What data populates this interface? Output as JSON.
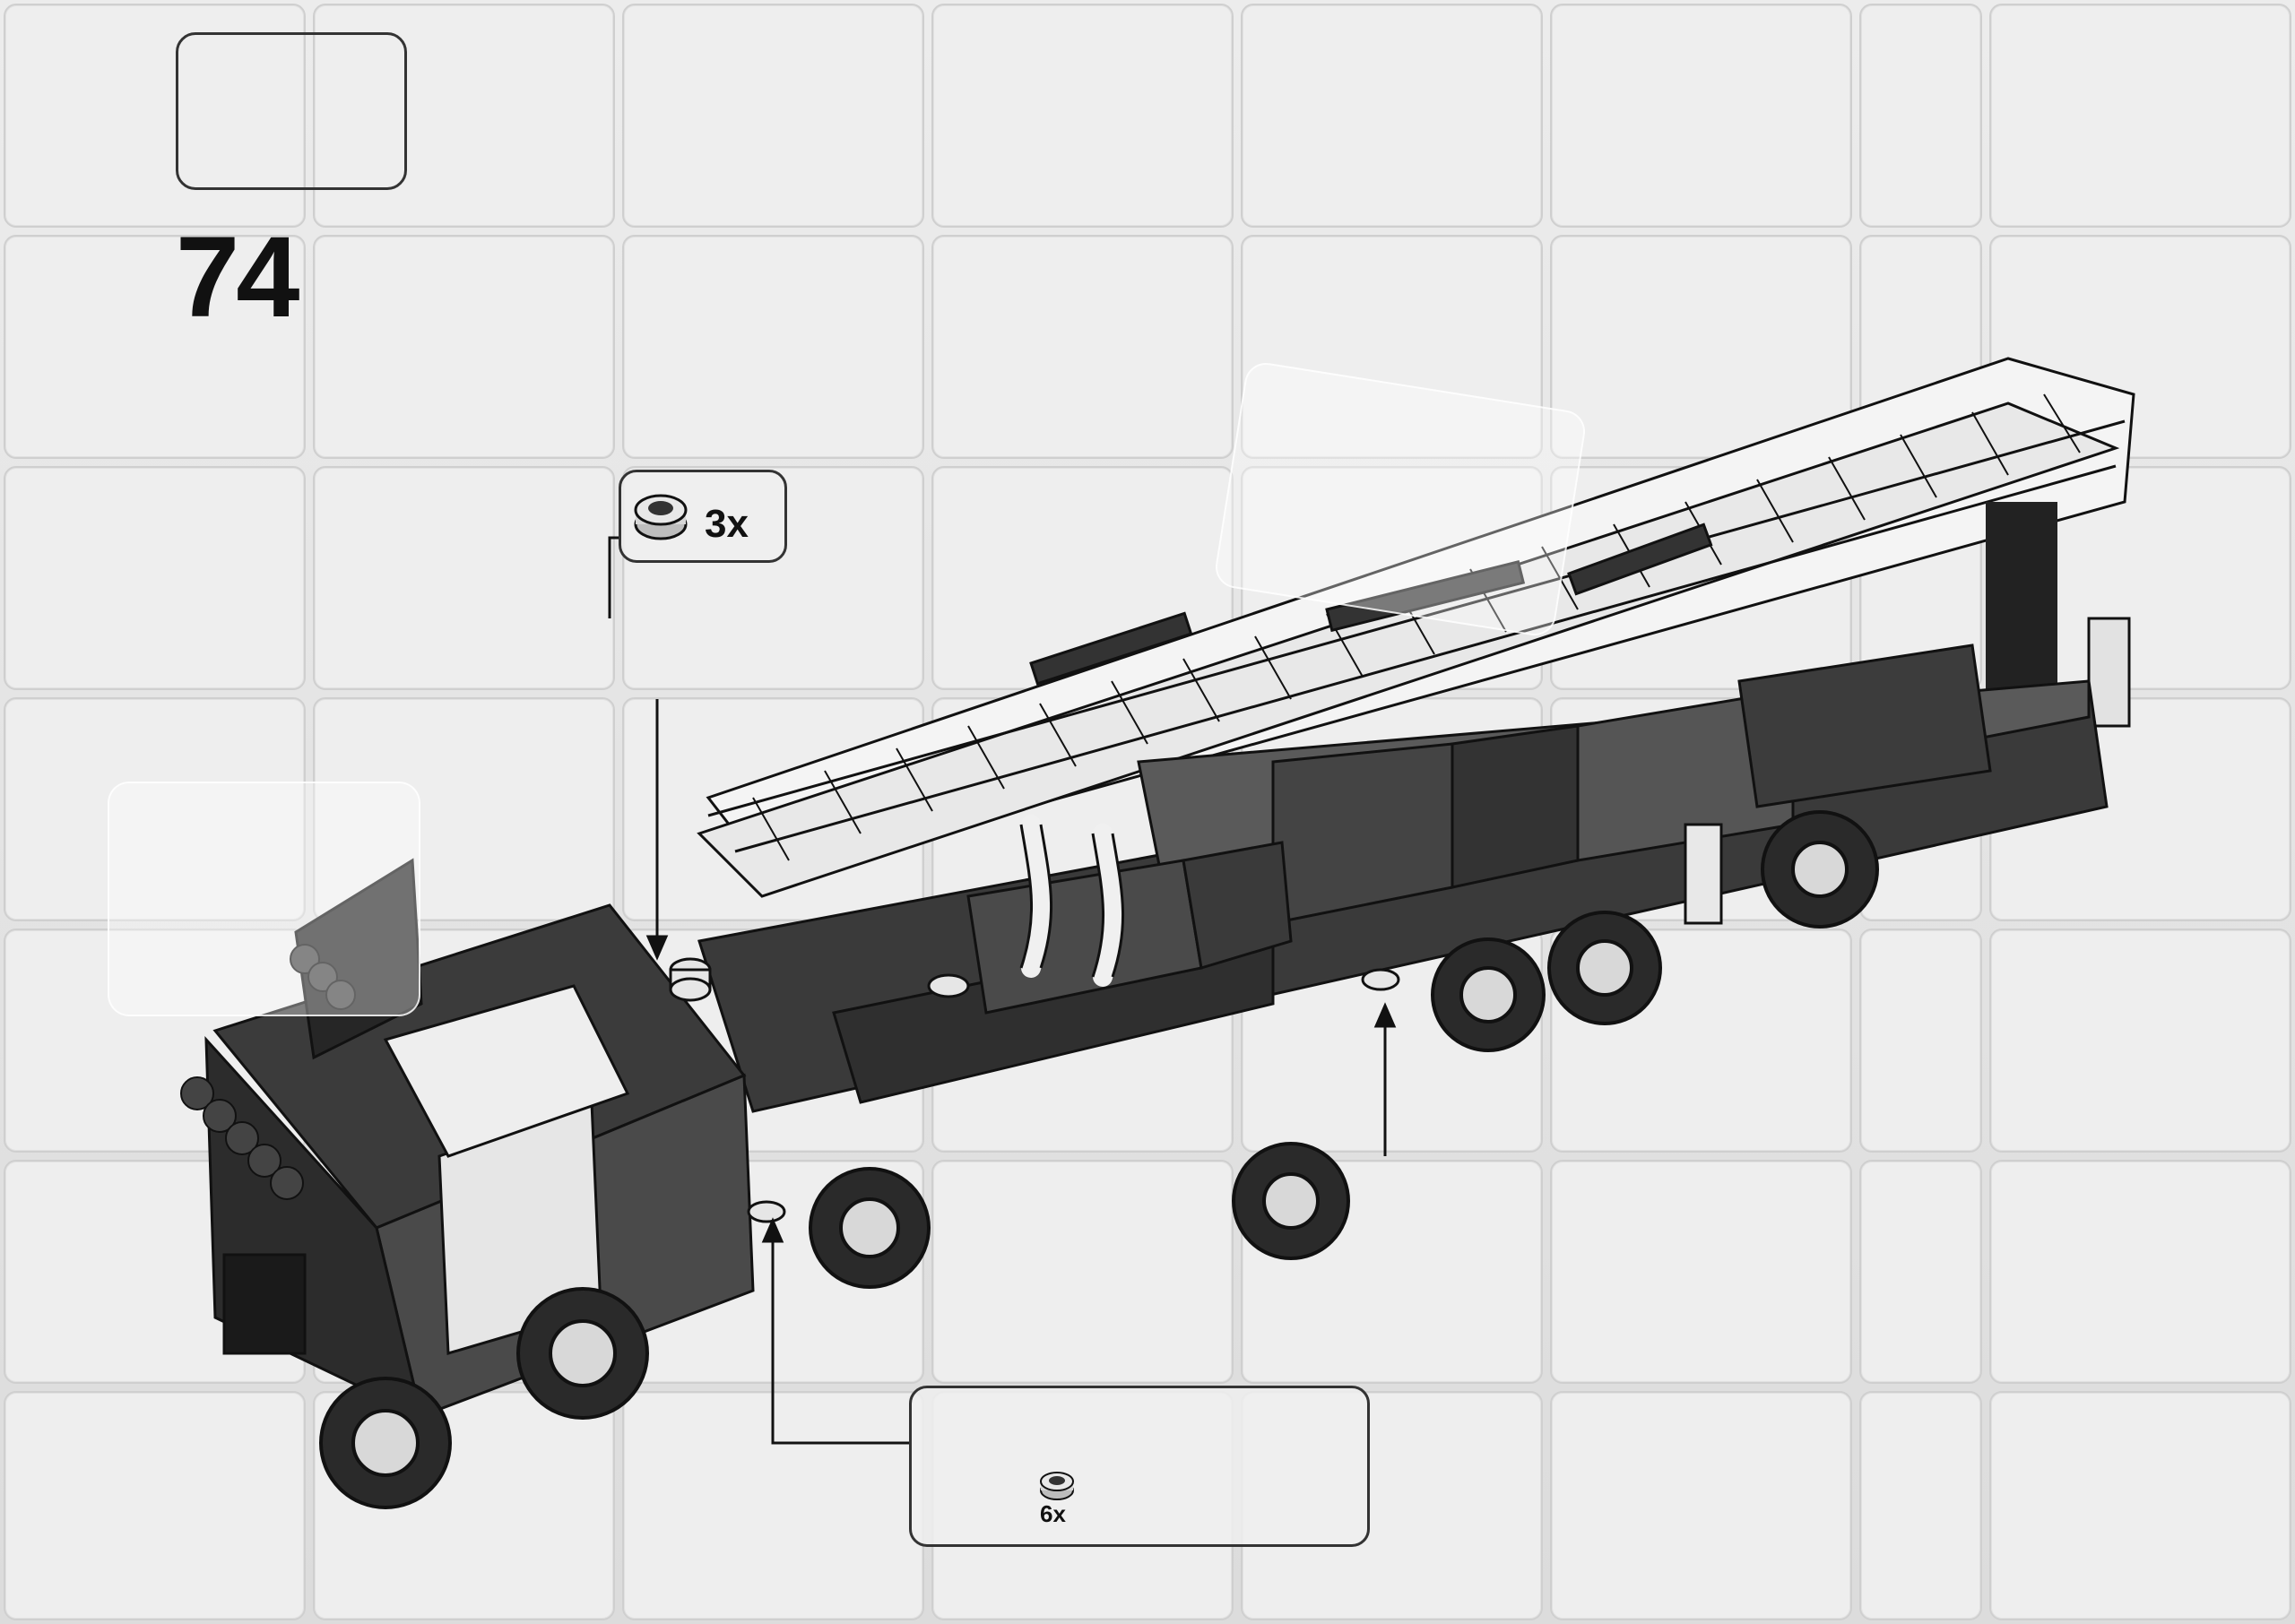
{
  "page": {
    "step_number": "74"
  },
  "parts_top": {
    "quantity": "3x",
    "part_icon": "round-plate-1x1-icon"
  },
  "parts_bottom": {
    "quantity": "6x",
    "part_icon": "round-plate-1x1-icon"
  },
  "colors": {
    "ink": "#111111",
    "paper": "#eeeeee",
    "tile_edge": "#cfcfcf"
  }
}
